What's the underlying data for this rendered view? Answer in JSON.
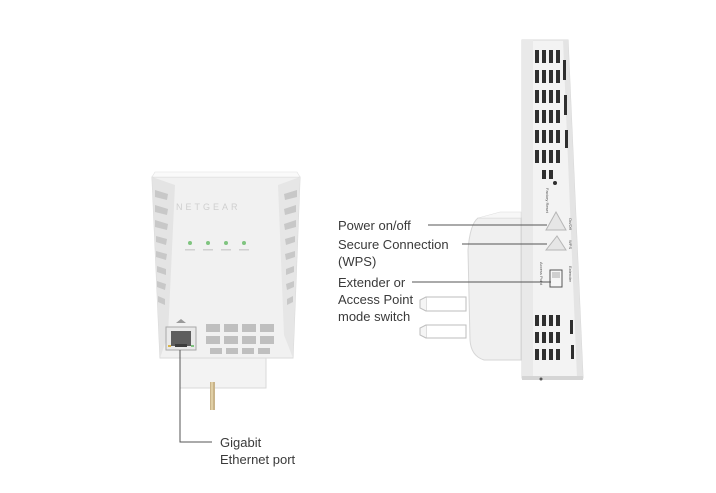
{
  "brand": "NETGEAR",
  "callouts": {
    "ethernet": [
      "Gigabit",
      "Ethernet port"
    ],
    "power": [
      "Power on/off"
    ],
    "wps": [
      "Secure Connection",
      "(WPS)"
    ],
    "mode": [
      "Extender or",
      "Access Point",
      "mode switch"
    ]
  },
  "colors": {
    "device_body": "#f1f1f1",
    "shadow": "#dcdcdc",
    "vent": "#bdbdbd",
    "led": "#7fc47f",
    "leader_line": "#555555",
    "label_text": "#3a3a3a"
  },
  "icons": {
    "port": "ethernet-port-icon",
    "power": "power-button-icon",
    "wps": "wps-button-icon",
    "switch": "mode-switch-icon",
    "plug": "wall-plug-icon"
  }
}
